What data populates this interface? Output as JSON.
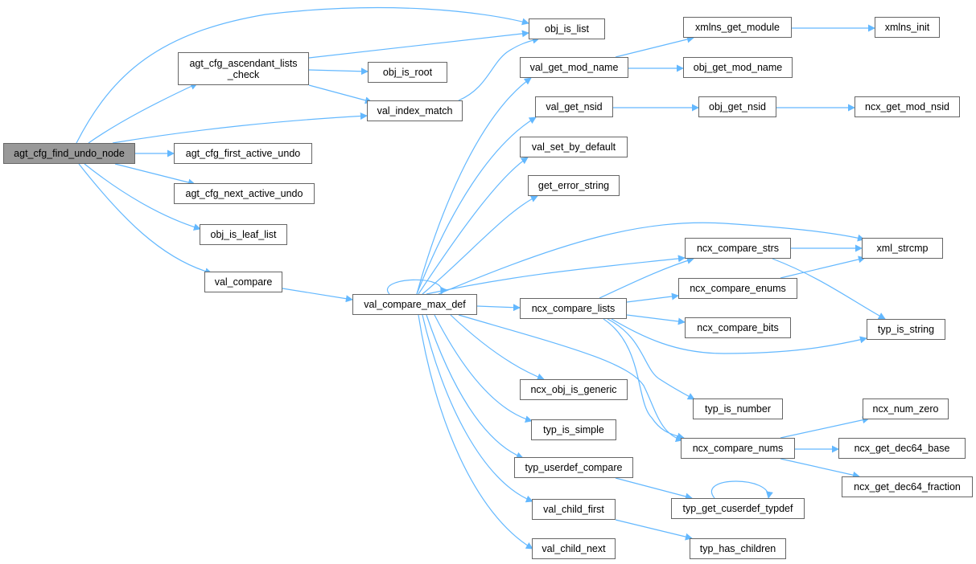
{
  "graph": {
    "nodes": {
      "agt_cfg_find_undo_node": "agt_cfg_find_undo_node",
      "agt_cfg_ascendant_lists_check": "agt_cfg_ascendant_lists\n_check",
      "obj_is_list": "obj_is_list",
      "obj_is_root": "obj_is_root",
      "val_index_match": "val_index_match",
      "agt_cfg_first_active_undo": "agt_cfg_first_active_undo",
      "agt_cfg_next_active_undo": "agt_cfg_next_active_undo",
      "obj_is_leaf_list": "obj_is_leaf_list",
      "val_compare": "val_compare",
      "val_compare_max_def": "val_compare_max_def",
      "val_get_mod_name": "val_get_mod_name",
      "xmlns_get_module": "xmlns_get_module",
      "xmlns_init": "xmlns_init",
      "obj_get_mod_name": "obj_get_mod_name",
      "val_get_nsid": "val_get_nsid",
      "obj_get_nsid": "obj_get_nsid",
      "ncx_get_mod_nsid": "ncx_get_mod_nsid",
      "val_set_by_default": "val_set_by_default",
      "get_error_string": "get_error_string",
      "ncx_compare_strs": "ncx_compare_strs",
      "xml_strcmp": "xml_strcmp",
      "ncx_compare_enums": "ncx_compare_enums",
      "ncx_compare_lists": "ncx_compare_lists",
      "ncx_compare_bits": "ncx_compare_bits",
      "typ_is_string": "typ_is_string",
      "ncx_obj_is_generic": "ncx_obj_is_generic",
      "typ_is_number": "typ_is_number",
      "typ_is_simple": "typ_is_simple",
      "ncx_compare_nums": "ncx_compare_nums",
      "ncx_num_zero": "ncx_num_zero",
      "ncx_get_dec64_base": "ncx_get_dec64_base",
      "ncx_get_dec64_fraction": "ncx_get_dec64_fraction",
      "typ_userdef_compare": "typ_userdef_compare",
      "typ_get_cuserdef_typdef": "typ_get_cuserdef_typdef",
      "val_child_first": "val_child_first",
      "val_child_next": "val_child_next",
      "typ_has_children": "typ_has_children"
    },
    "colors": {
      "edge": "#63b8ff",
      "root_fill": "#999999",
      "border": "#666666"
    }
  }
}
